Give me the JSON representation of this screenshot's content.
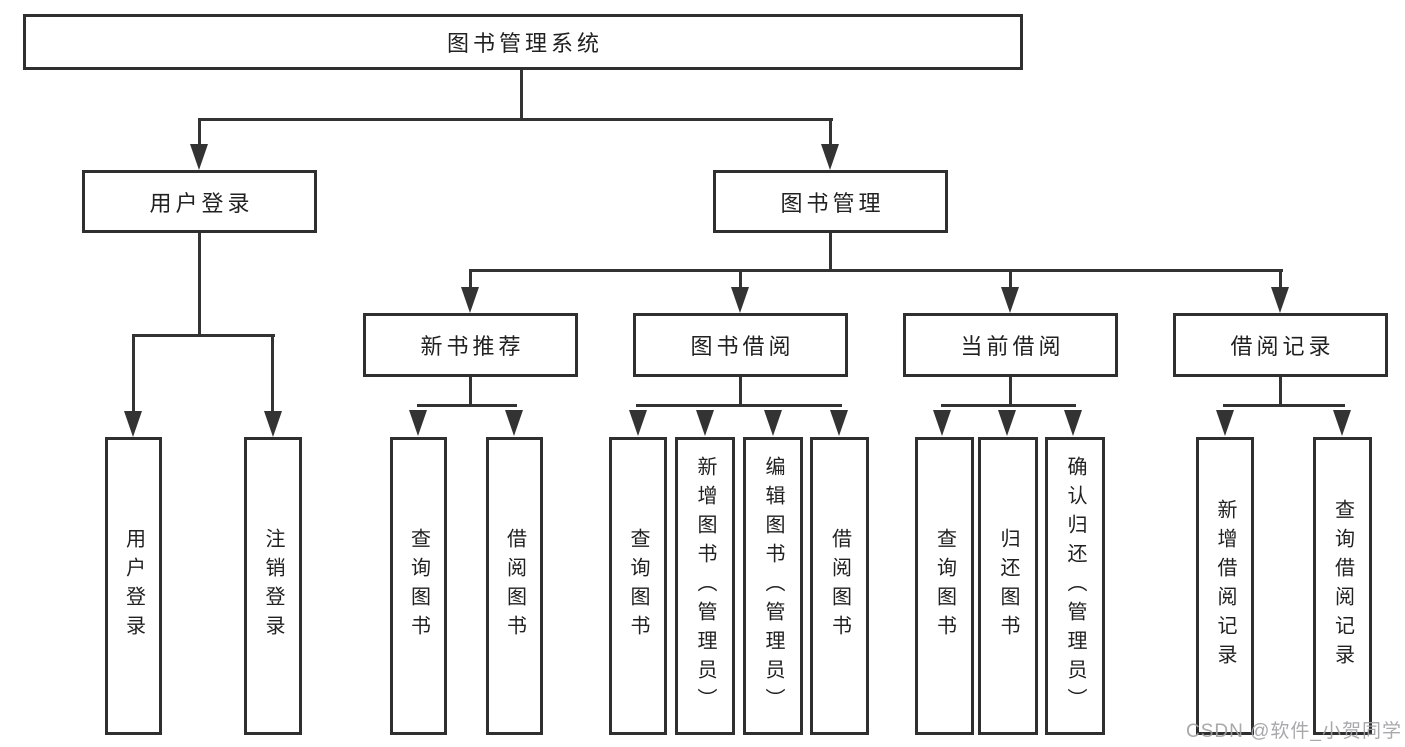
{
  "diagram_title": "图书管理系统",
  "watermark": "CSDN @软件_小贺同学",
  "colors": {
    "background": "#ffffff",
    "box_border": "#2f2f2f",
    "connector_line": "#333333",
    "text": "#212121",
    "watermark_text": "#a2a2a6"
  },
  "nodes": {
    "root": {
      "label": "图书管理系统"
    },
    "level2": [
      {
        "label": "用户登录"
      },
      {
        "label": "图书管理"
      }
    ],
    "level3": [
      {
        "label": "新书推荐"
      },
      {
        "label": "图书借阅"
      },
      {
        "label": "当前借阅"
      },
      {
        "label": "借阅记录"
      }
    ],
    "level4": {
      "user_login": [
        {
          "label": "用户登录"
        },
        {
          "label": "注销登录"
        }
      ],
      "new_book": [
        {
          "label": "查询图书"
        },
        {
          "label": "借阅图书"
        }
      ],
      "book_borrow": [
        {
          "label": "查询图书"
        },
        {
          "label": "新增图书（管理员）"
        },
        {
          "label": "编辑图书（管理员）"
        },
        {
          "label": "借阅图书"
        }
      ],
      "current_borrow": [
        {
          "label": "查询图书"
        },
        {
          "label": "归还图书"
        },
        {
          "label": "确认归还（管理员）"
        }
      ],
      "borrow_record": [
        {
          "label": "新增借阅记录"
        },
        {
          "label": "查询借阅记录"
        }
      ]
    }
  }
}
